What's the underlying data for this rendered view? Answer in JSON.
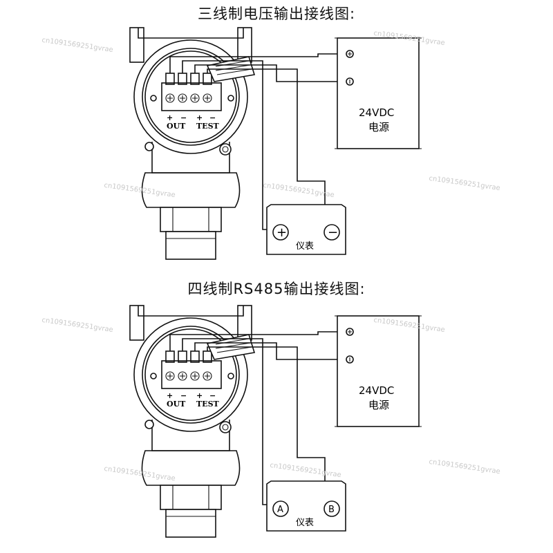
{
  "diagrams": [
    {
      "title": "三线制电压输出接线图:",
      "terminal_plus": "+",
      "terminal_minus": "−",
      "terminal_out": "OUT",
      "terminal_test": "TEST",
      "power_label_line1": "24VDC",
      "power_label_line2": "电源",
      "meter_label": "仪表",
      "meter_left_symbol": "+",
      "meter_right_symbol": "−"
    },
    {
      "title": "四线制RS485输出接线图:",
      "terminal_plus": "+",
      "terminal_minus": "−",
      "terminal_out": "OUT",
      "terminal_test": "TEST",
      "power_label_line1": "24VDC",
      "power_label_line2": "电源",
      "meter_label": "仪表",
      "meter_left_symbol": "A",
      "meter_right_symbol": "B"
    }
  ],
  "watermark": "cn1091569251gvrae"
}
